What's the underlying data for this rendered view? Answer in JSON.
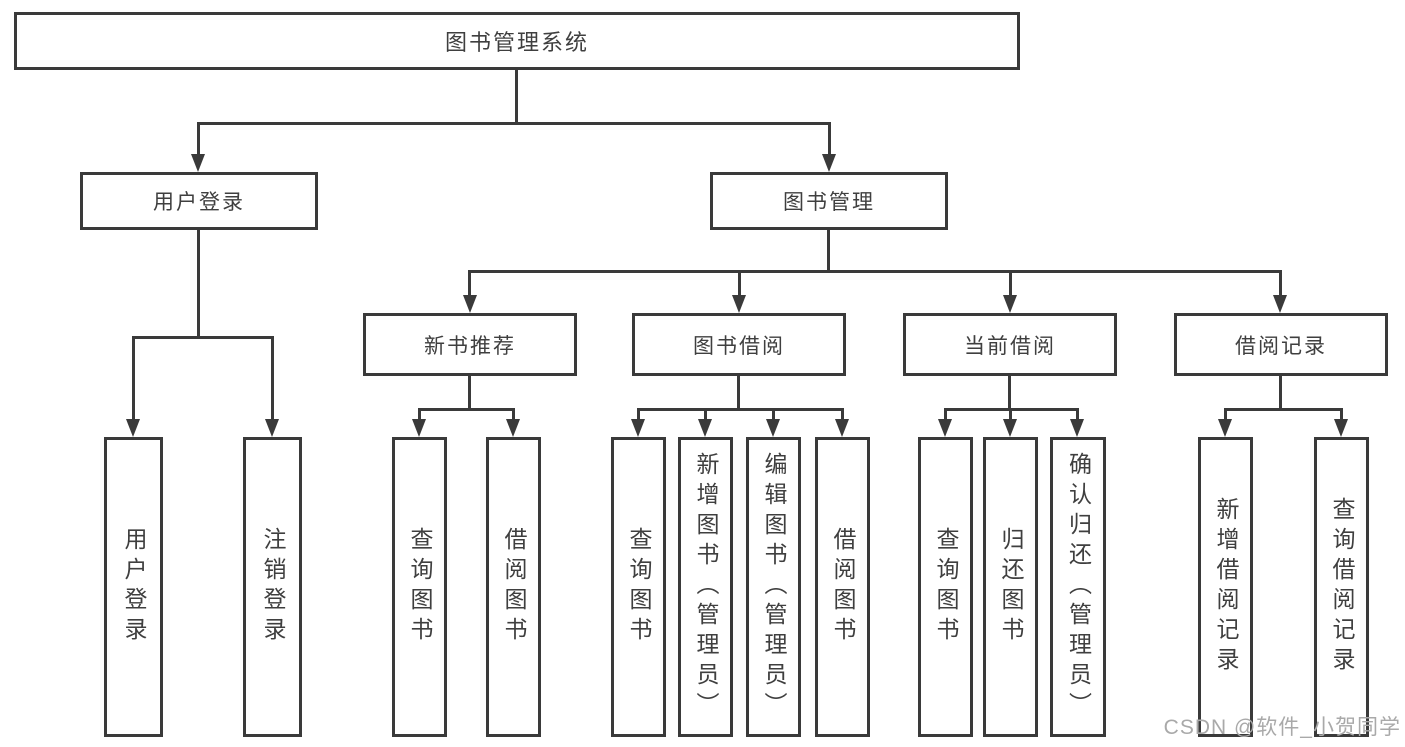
{
  "style": {
    "line_color": "#3a3a3a",
    "text_color": "#3f3f3f",
    "watermark_color": "#a9a9a9",
    "background": "#ffffff"
  },
  "tree": {
    "root": "图书管理系统",
    "level2": [
      {
        "label": "用户登录",
        "leaves": [
          "用户登录",
          "注销登录"
        ]
      },
      {
        "label": "图书管理",
        "groups": [
          {
            "label": "新书推荐",
            "leaves": [
              "查询图书",
              "借阅图书"
            ]
          },
          {
            "label": "图书借阅",
            "leaves": [
              "查询图书",
              "新增图书（管理员）",
              "编辑图书（管理员）",
              "借阅图书"
            ]
          },
          {
            "label": "当前借阅",
            "leaves": [
              "查询图书",
              "归还图书",
              "确认归还（管理员）"
            ]
          },
          {
            "label": "借阅记录",
            "leaves": [
              "新增借阅记录",
              "查询借阅记录"
            ]
          }
        ]
      }
    ]
  },
  "watermark": "CSDN @软件_小贺同学"
}
